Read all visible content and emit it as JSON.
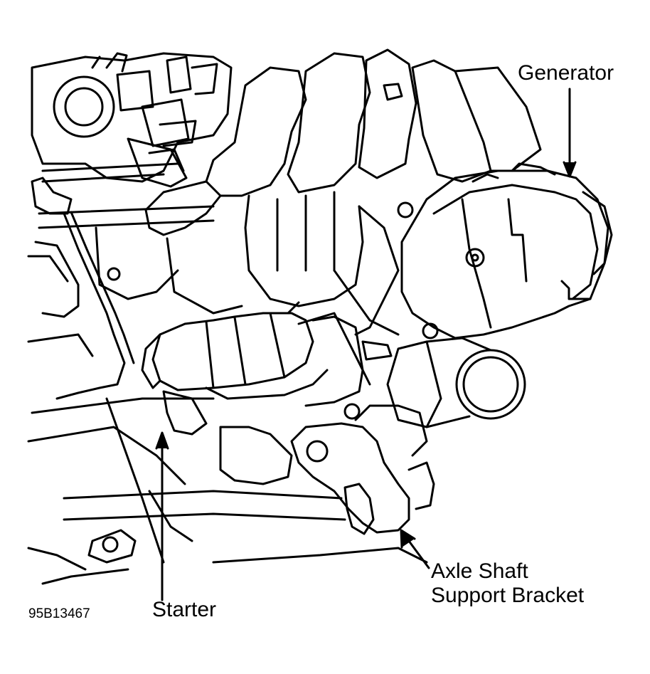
{
  "labels": {
    "generator": "Generator",
    "starter": "Starter",
    "axle_line1": "Axle Shaft",
    "axle_line2": "Support Bracket",
    "figure_code": "95B13467"
  },
  "colors": {
    "ink": "#000000",
    "background": "#ffffff"
  }
}
